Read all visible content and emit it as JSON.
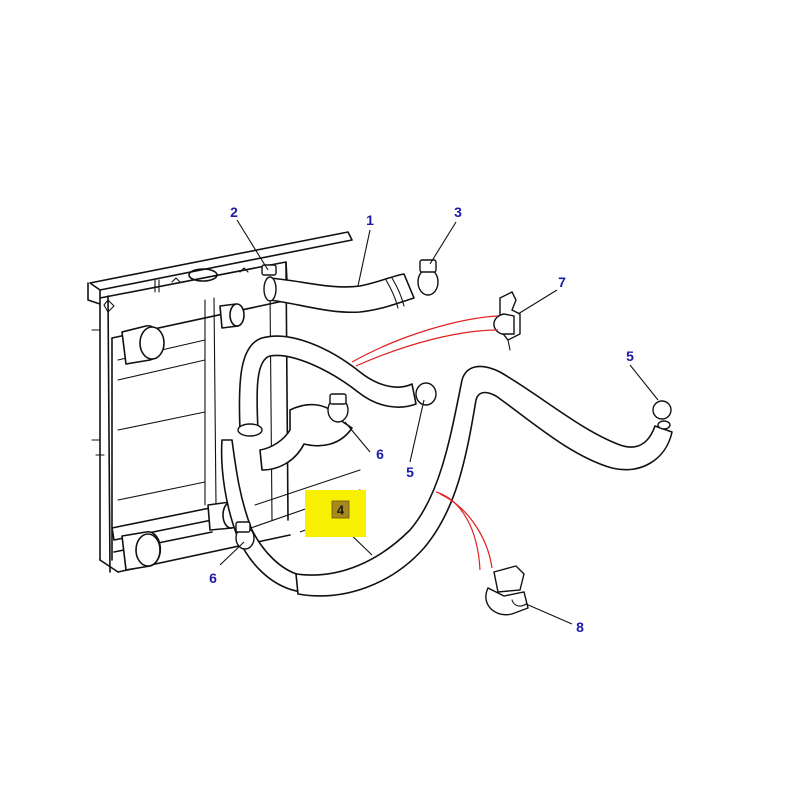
{
  "callouts": {
    "c1": "1",
    "c2": "2",
    "c3": "3",
    "c4": "4",
    "c5a": "5",
    "c5b": "5",
    "c6a": "6",
    "c6b": "6",
    "c7": "7",
    "c8": "8"
  },
  "colors": {
    "callout_text": "#1a1aa8",
    "highlight": "#f7f000",
    "leader_red": "#e02020"
  }
}
